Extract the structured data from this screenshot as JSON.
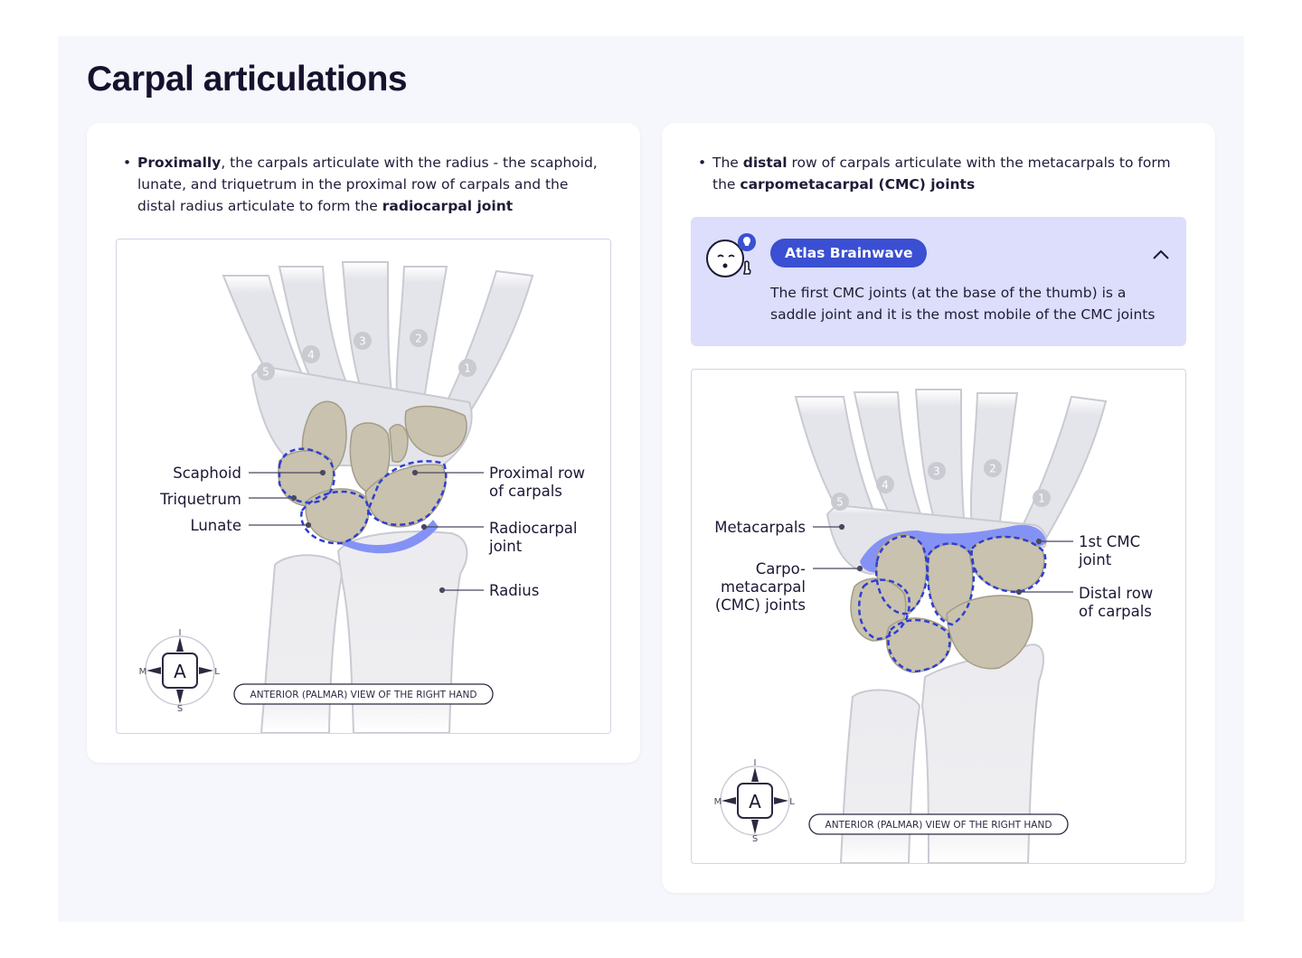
{
  "title": "Carpal articulations",
  "colors": {
    "accent": "#3a4fd1",
    "highlight": "#8592f5",
    "tip_bg": "#dcdefb",
    "outline": "#2f3fd0"
  },
  "left_panel": {
    "bullet": [
      {
        "b": "Proximally",
        "t": ", the carpals articulate with the radius - the scaphoid, lunate, and triquetrum in the proximal row of carpals and the distal radius articulate to form the "
      },
      {
        "b": "radiocarpal joint",
        "t": ""
      }
    ],
    "finger_numbers": [
      "5",
      "4",
      "3",
      "2",
      "1"
    ],
    "labels": {
      "scaphoid": "Scaphoid",
      "triquetrum": "Triquetrum",
      "lunate": "Lunate",
      "proximal_row_1": "Proximal row",
      "proximal_row_2": "of carpals",
      "radiocarpal_1": "Radiocarpal",
      "radiocarpal_2": "joint",
      "radius": "Radius"
    },
    "compass": {
      "center": "A",
      "top": "I",
      "bottom": "S",
      "left": "M",
      "right": "L"
    },
    "caption": "ANTERIOR (PALMAR) VIEW OF THE RIGHT HAND"
  },
  "right_panel": {
    "bullet_pre": "The ",
    "bullet_b1": "distal",
    "bullet_mid": " row of carpals articulate with the metacarpals to form the ",
    "bullet_b2": "carpometacarpal (CMC) joints",
    "tip": {
      "title": "Atlas Brainwave",
      "text": "The first CMC joints (at the base of the thumb) is a saddle joint and it is the most mobile of the CMC joints",
      "mascot_icon": "lightbulb-mascot-icon",
      "toggle_icon": "chevron-up-icon"
    },
    "finger_numbers": [
      "5",
      "4",
      "3",
      "2",
      "1"
    ],
    "labels": {
      "metacarpals": "Metacarpals",
      "cmc_1": "Carpo-",
      "cmc_2": "metacarpal",
      "cmc_3": "(CMC) joints",
      "first_cmc_1": "1st CMC",
      "first_cmc_2": "joint",
      "distal_row_1": "Distal row",
      "distal_row_2": "of carpals"
    },
    "compass": {
      "center": "A",
      "top": "I",
      "bottom": "S",
      "left": "M",
      "right": "L"
    },
    "caption": "ANTERIOR (PALMAR) VIEW OF THE RIGHT HAND"
  }
}
